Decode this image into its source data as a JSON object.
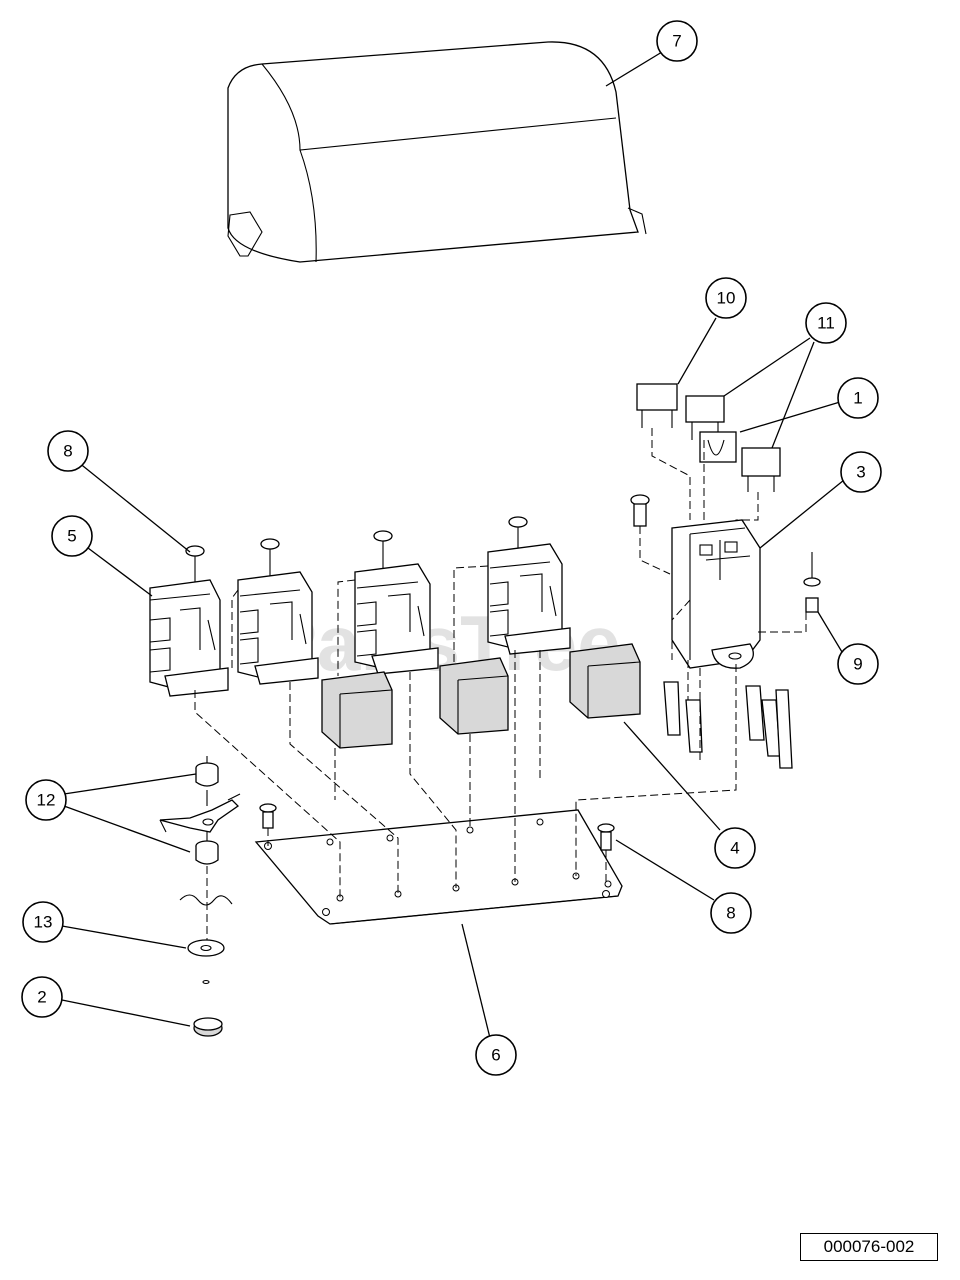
{
  "diagram_id": "000076-002",
  "watermark": "PartsTree",
  "callouts": [
    {
      "label": "7"
    },
    {
      "label": "10"
    },
    {
      "label": "11"
    },
    {
      "label": "1"
    },
    {
      "label": "3"
    },
    {
      "label": "8"
    },
    {
      "label": "5"
    },
    {
      "label": "9"
    },
    {
      "label": "12"
    },
    {
      "label": "4"
    },
    {
      "label": "8"
    },
    {
      "label": "13"
    },
    {
      "label": "2"
    },
    {
      "label": "6"
    }
  ]
}
